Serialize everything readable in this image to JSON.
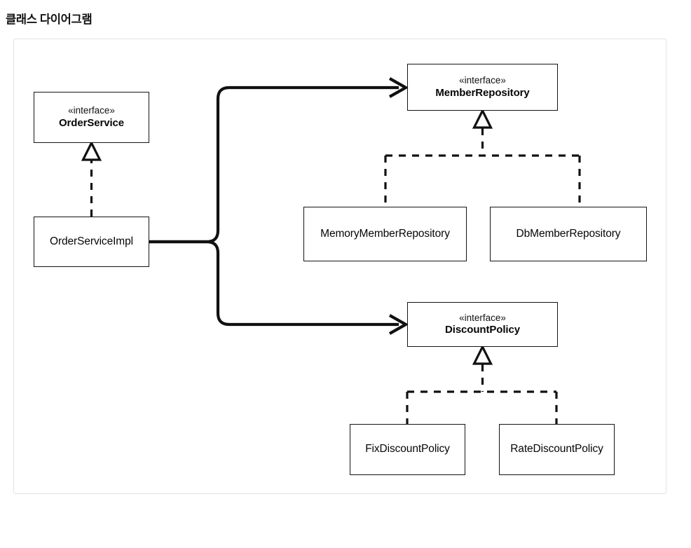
{
  "page": {
    "title": "클래스 다이어그램",
    "background_color": "#ffffff"
  },
  "panel": {
    "border_color": "#e2e2e2",
    "background_color": "#ffffff"
  },
  "diagram": {
    "type": "uml-class-diagram",
    "stereotype_label": "«interface»",
    "line_color": "#111111",
    "nodes": [
      {
        "id": "order-service",
        "kind": "interface",
        "stereotype": "«interface»",
        "name": "OrderService"
      },
      {
        "id": "order-service-impl",
        "kind": "class",
        "name": "OrderServiceImpl"
      },
      {
        "id": "member-repository",
        "kind": "interface",
        "stereotype": "«interface»",
        "name": "MemberRepository"
      },
      {
        "id": "memory-member-repository",
        "kind": "class",
        "name": "MemoryMemberRepository"
      },
      {
        "id": "db-member-repository",
        "kind": "class",
        "name": "DbMemberRepository"
      },
      {
        "id": "discount-policy",
        "kind": "interface",
        "stereotype": "«interface»",
        "name": "DiscountPolicy"
      },
      {
        "id": "fix-discount-policy",
        "kind": "class",
        "name": "FixDiscountPolicy"
      },
      {
        "id": "rate-discount-policy",
        "kind": "class",
        "name": "RateDiscountPolicy"
      }
    ],
    "edges": [
      {
        "id": "impl-realizes-order-service",
        "from": "order-service-impl",
        "to": "order-service",
        "type": "realization",
        "style": "dashed",
        "arrowhead": "hollow-triangle"
      },
      {
        "id": "memory-realizes-member-repo",
        "from": "memory-member-repository",
        "to": "member-repository",
        "type": "realization",
        "style": "dashed",
        "arrowhead": "hollow-triangle"
      },
      {
        "id": "db-realizes-member-repo",
        "from": "db-member-repository",
        "to": "member-repository",
        "type": "realization",
        "style": "dashed",
        "arrowhead": "hollow-triangle"
      },
      {
        "id": "fix-realizes-discount-policy",
        "from": "fix-discount-policy",
        "to": "discount-policy",
        "type": "realization",
        "style": "dashed",
        "arrowhead": "hollow-triangle"
      },
      {
        "id": "rate-realizes-discount-policy",
        "from": "rate-discount-policy",
        "to": "discount-policy",
        "type": "realization",
        "style": "dashed",
        "arrowhead": "hollow-triangle"
      },
      {
        "id": "impl-uses-member-repo",
        "from": "order-service-impl",
        "to": "member-repository",
        "type": "association",
        "style": "solid",
        "arrowhead": "open-arrow"
      },
      {
        "id": "impl-uses-discount-policy",
        "from": "order-service-impl",
        "to": "discount-policy",
        "type": "association",
        "style": "solid",
        "arrowhead": "open-arrow"
      }
    ]
  }
}
